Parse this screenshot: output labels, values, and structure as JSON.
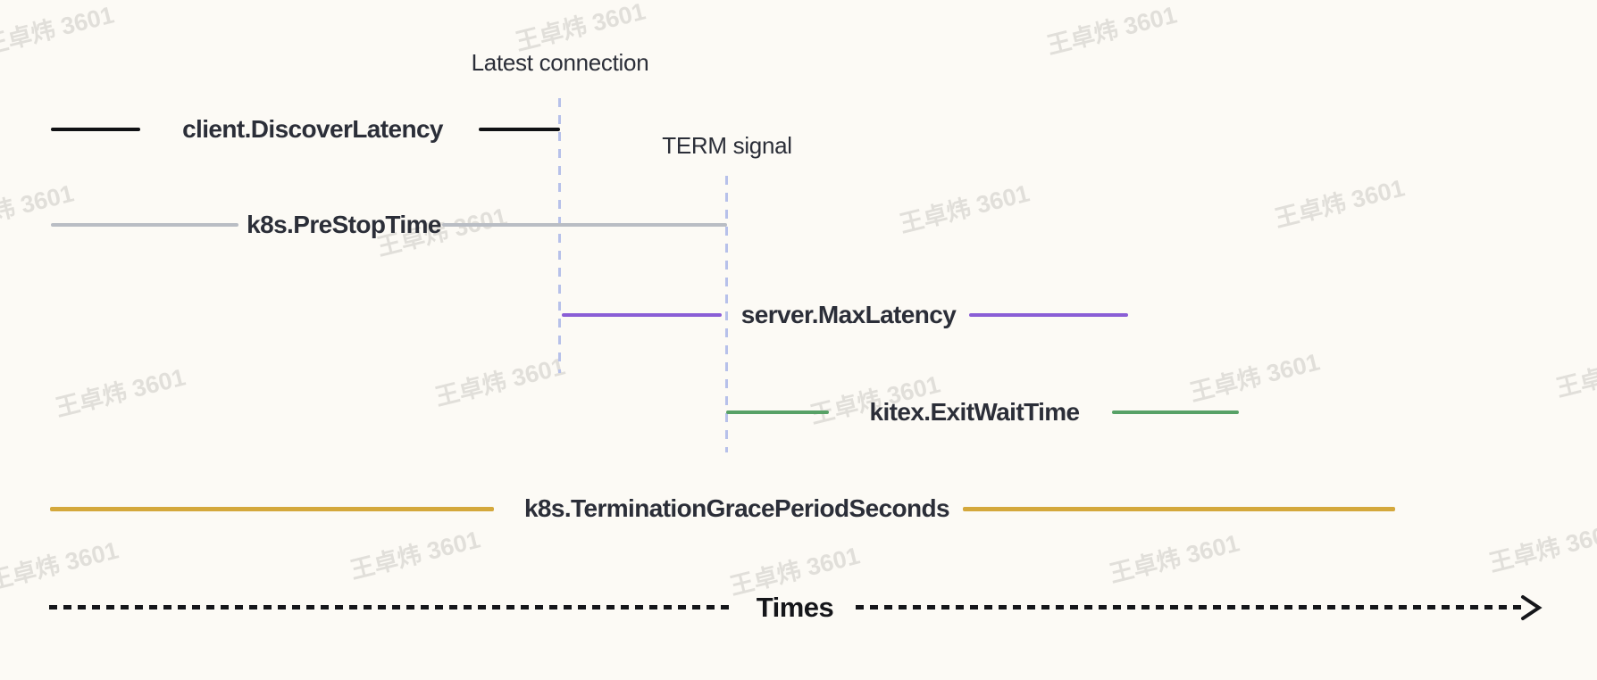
{
  "watermark": {
    "text": "王卓炜 3601"
  },
  "markers": [
    {
      "id": "latest-connection",
      "label": "Latest connection",
      "line_color": "#b7c1ea"
    },
    {
      "id": "term-signal",
      "label": "TERM signal",
      "line_color": "#b7c1ea"
    }
  ],
  "timelines": [
    {
      "id": "client-discover-latency",
      "label": "client.DiscoverLatency",
      "color": "#101114"
    },
    {
      "id": "k8s-prestop-time",
      "label": "k8s.PreStopTime",
      "color": "#b9bdc4"
    },
    {
      "id": "server-max-latency",
      "label": "server.MaxLatency",
      "color": "#8a5ed6"
    },
    {
      "id": "kitex-exit-wait-time",
      "label": "kitex.ExitWaitTime",
      "color": "#57a166"
    },
    {
      "id": "k8s-termination-grace-period-seconds",
      "label": "k8s.TerminationGracePeriodSeconds",
      "color": "#d4a83c"
    }
  ],
  "axis": {
    "label": "Times",
    "color": "#15161a"
  },
  "colors": {
    "background": "#fcfaf5",
    "text": "#2b2e38"
  }
}
